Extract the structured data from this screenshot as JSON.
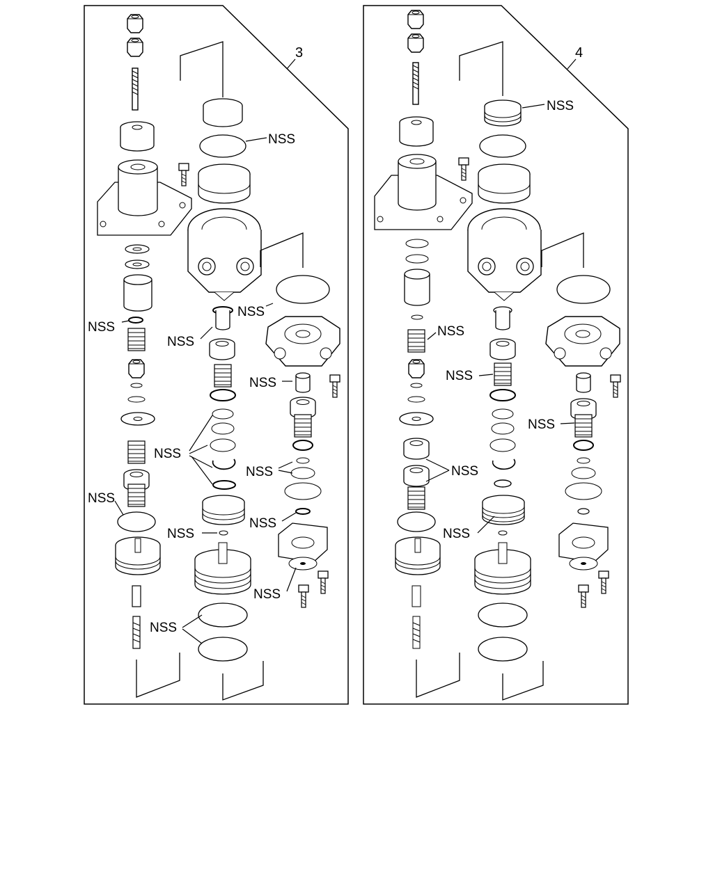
{
  "panels": [
    {
      "id": "left",
      "number": "3",
      "labels": [
        "NSS",
        "NSS",
        "NSS",
        "NSS",
        "NSS",
        "NSS",
        "NSS",
        "NSS",
        "NSS",
        "NSS",
        "NSS",
        "NSS"
      ]
    },
    {
      "id": "right",
      "number": "4",
      "labels": [
        "NSS",
        "NSS",
        "NSS",
        "NSS",
        "NSS",
        "NSS"
      ]
    }
  ]
}
